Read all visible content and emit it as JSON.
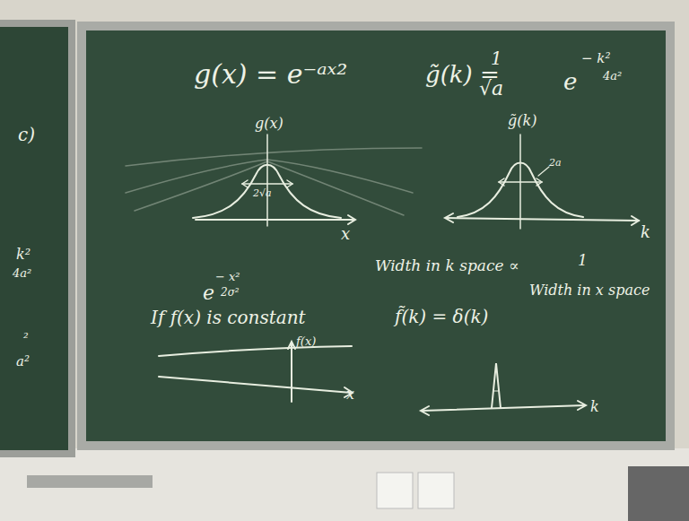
{
  "diagram": {
    "labels": [
      "c)",
      "k²",
      "4a²",
      "²",
      "a²",
      "g(x) = e⁻ᵃˣ²",
      "g̃(k) =",
      "1",
      "√a",
      "e",
      "− k²",
      "4a²",
      "g(x)",
      "2√a",
      "x",
      "g̃(k)",
      "2a",
      "k",
      "e",
      "− x²",
      "2σ²",
      "Width in k space ∝",
      "1",
      "Width in x space",
      "If  f(x) is constant",
      "f̃(k) = δ(k)",
      "f(x)",
      "x",
      "k"
    ]
  }
}
